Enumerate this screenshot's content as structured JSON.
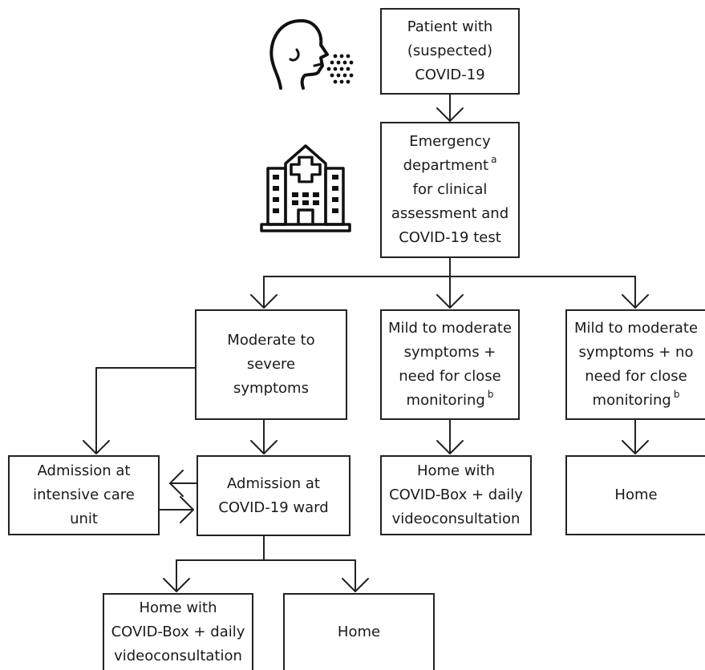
{
  "nodes": {
    "patient": [
      "Patient with",
      "(suspected)",
      "COVID-19"
    ],
    "emergency": {
      "line1": "Emergency",
      "line2": "department",
      "line2_sup": "a",
      "line3": "for clinical",
      "line4": "assessment and",
      "line5": "COVID-19 test"
    },
    "moderate_severe": [
      "Moderate to",
      "severe",
      "symptoms"
    ],
    "mild_close": {
      "line1": "Mild to moderate",
      "line2": "symptoms +",
      "line3": "need for close",
      "line4": "monitoring",
      "line4_sup": "b"
    },
    "mild_no_close": {
      "line1": "Mild to moderate",
      "line2": "symptoms + no",
      "line3": "need for close",
      "line4": "monitoring",
      "line4_sup": "b"
    },
    "icu": [
      "Admission at",
      "intensive care",
      "unit"
    ],
    "ward": [
      "Admission at",
      "COVID-19 ward"
    ],
    "home_box_mid": [
      "Home with",
      "COVID-Box + daily",
      "videoconsultation"
    ],
    "home_right": "Home",
    "home_box_bottom": [
      "Home with",
      "COVID-Box + daily",
      "videoconsultation"
    ],
    "home_bottom": "Home"
  },
  "icons": {
    "patient": "coughing-person-icon",
    "hospital": "hospital-icon"
  },
  "colors": {
    "line": "#222222",
    "background": "#ffffff"
  }
}
